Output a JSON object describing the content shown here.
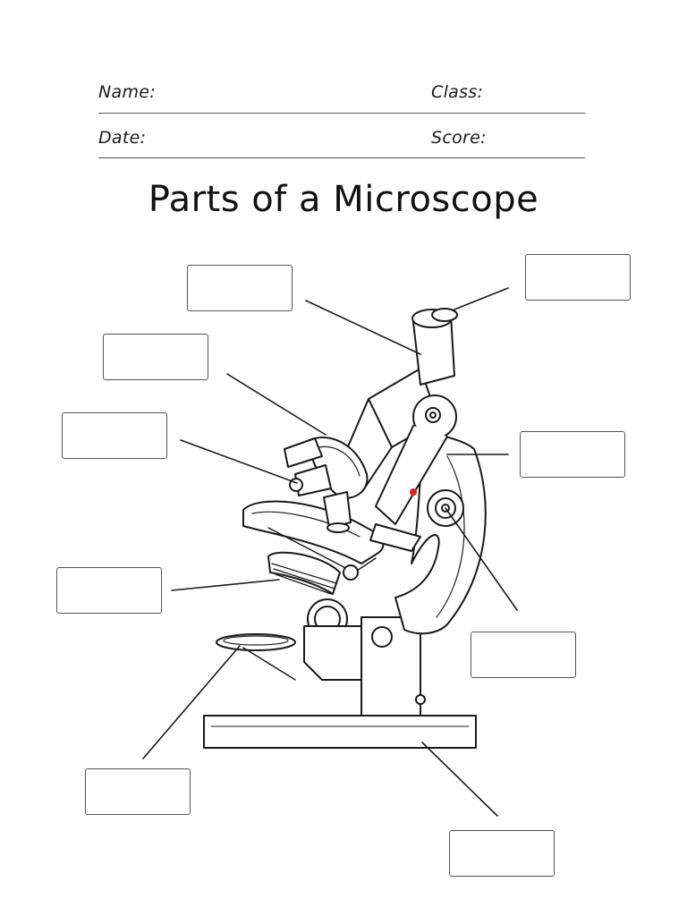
{
  "header": {
    "name_label": "Name:",
    "class_label": "Class:",
    "date_label": "Date:",
    "score_label": "Score:"
  },
  "title": "Parts of a Microscope",
  "label_boxes": [
    {
      "id": "eyepiece-tube-answer",
      "value": ""
    },
    {
      "id": "eyepiece-answer",
      "value": ""
    },
    {
      "id": "revolving-nosepiece-answer",
      "value": ""
    },
    {
      "id": "objective-lens-answer",
      "value": ""
    },
    {
      "id": "arm-answer",
      "value": ""
    },
    {
      "id": "diaphragm-answer",
      "value": ""
    },
    {
      "id": "focus-knob-answer",
      "value": ""
    },
    {
      "id": "mirror-answer",
      "value": ""
    },
    {
      "id": "base-answer",
      "value": ""
    }
  ],
  "colors": {
    "ink": "#1a1a1a",
    "box_border": "#555555",
    "red_marker": "#e02020"
  }
}
